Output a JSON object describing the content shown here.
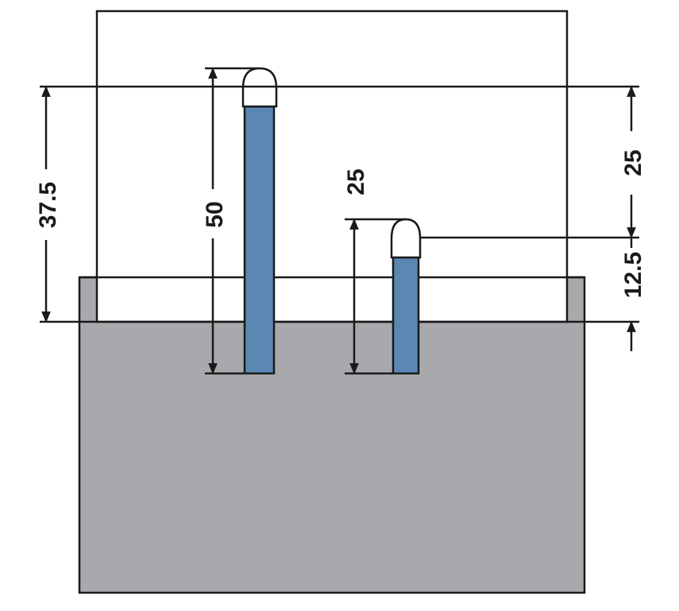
{
  "colors": {
    "line": "#1a1a1a",
    "block_fill": "#a7a9ac",
    "tube_fill": "#5b87b3",
    "cap_fill": "#ffffff",
    "background": "#ffffff"
  },
  "dimensions": {
    "left_total": "37.5",
    "tall_tube_length": "50",
    "short_tube_length": "25",
    "right_upper": "25",
    "right_lower": "12.5"
  }
}
